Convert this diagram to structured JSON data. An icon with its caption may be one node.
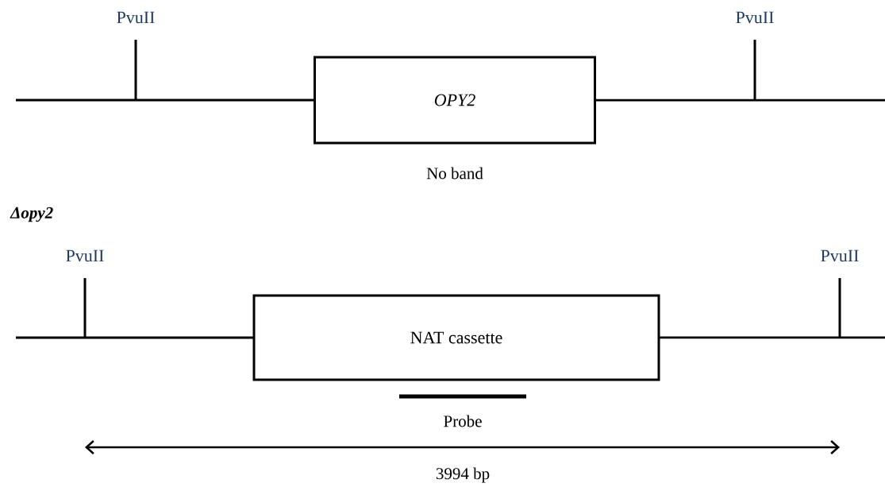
{
  "diagram": {
    "nodes": [
      {
        "text": [
          "OPY2"
        ]
      },
      {
        "text": [
          "NAT cassette"
        ]
      }
    ],
    "labels": [
      "PvuII",
      "PvuII",
      "No band",
      "Δopy2",
      "PvuII",
      "PvuII",
      "Probe",
      "3994 bp"
    ]
  }
}
